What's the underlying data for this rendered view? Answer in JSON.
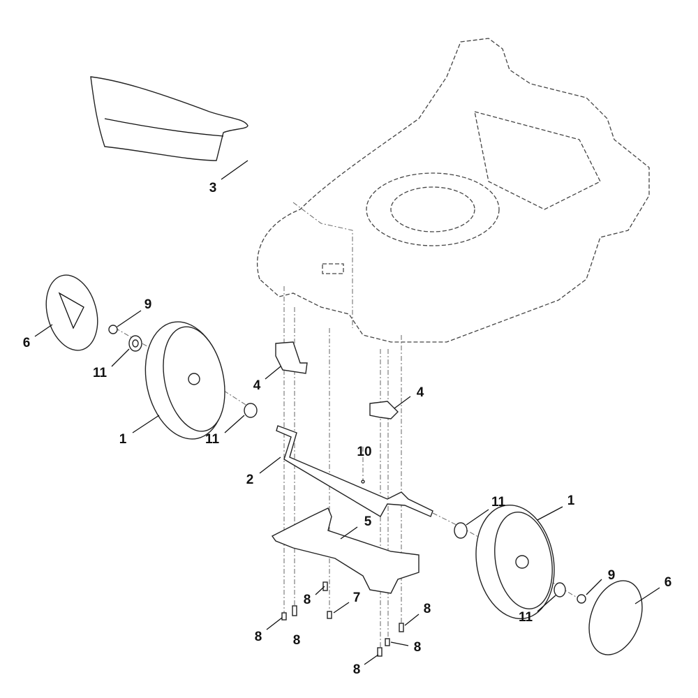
{
  "diagram": {
    "callouts": [
      {
        "id": "c3a",
        "label": "3"
      },
      {
        "id": "c6a",
        "label": "6"
      },
      {
        "id": "c9a",
        "label": "9"
      },
      {
        "id": "c11a",
        "label": "11"
      },
      {
        "id": "c1a",
        "label": "1"
      },
      {
        "id": "c11b",
        "label": "11"
      },
      {
        "id": "c4a",
        "label": "4"
      },
      {
        "id": "c4b",
        "label": "4"
      },
      {
        "id": "c2",
        "label": "2"
      },
      {
        "id": "c10",
        "label": "10"
      },
      {
        "id": "c5",
        "label": "5"
      },
      {
        "id": "c11c",
        "label": "11"
      },
      {
        "id": "c1b",
        "label": "1"
      },
      {
        "id": "c9b",
        "label": "9"
      },
      {
        "id": "c6b",
        "label": "6"
      },
      {
        "id": "c11d",
        "label": "11"
      },
      {
        "id": "c8a",
        "label": "8"
      },
      {
        "id": "c7",
        "label": "7"
      },
      {
        "id": "c8b",
        "label": "8"
      },
      {
        "id": "c8c",
        "label": "8"
      },
      {
        "id": "c8d",
        "label": "8"
      },
      {
        "id": "c8e",
        "label": "8"
      },
      {
        "id": "c8f",
        "label": "8"
      }
    ]
  }
}
